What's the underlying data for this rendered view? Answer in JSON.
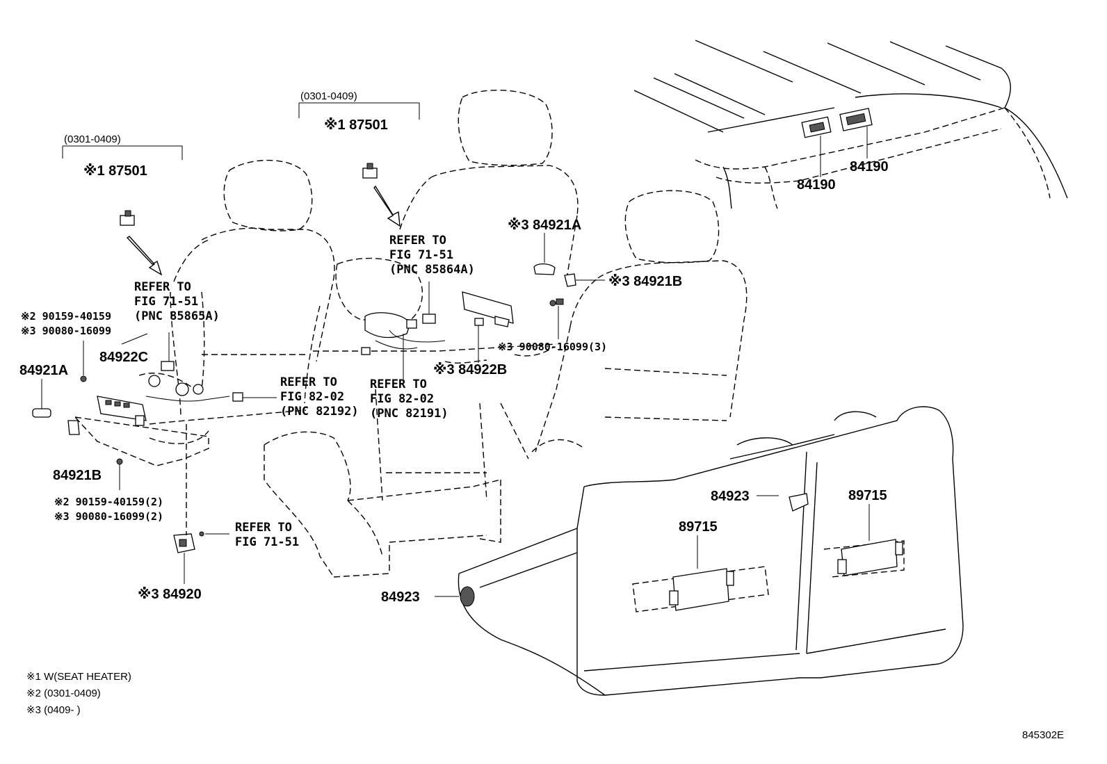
{
  "ranges": {
    "left": "(0301-0409)",
    "center": "(0301-0409)"
  },
  "labels": {
    "p87501_left": "※1 87501",
    "p87501_center": "※1 87501",
    "p84190_a": "84190",
    "p84190_b": "84190",
    "p84921a_center": "※3 84921A",
    "p84921b_center": "※3 84921B",
    "p84922b": "※3 84922B",
    "p90080_center": "※3 90080-16099(3)",
    "p84922c": "84922C",
    "p84921a_left": "84921A",
    "p84921b_left": "84921B",
    "p90159_top": "※2 90159-40159",
    "p90080_top": "※3 90080-16099",
    "p90159_bottom": "※2 90159-40159(2)",
    "p90080_bottom": "※3 90080-16099(2)",
    "p84920": "※3 84920",
    "p84923_a": "84923",
    "p84923_b": "84923",
    "p89715_a": "89715",
    "p89715_b": "89715"
  },
  "refs": {
    "ref_left_1": "REFER TO",
    "ref_left_2": "FIG 71-51",
    "ref_left_3": "(PNC 85865A)",
    "ref_center_1": "REFER TO",
    "ref_center_2": "FIG 71-51",
    "ref_center_3": "(PNC 85864A)",
    "ref_mid_1": "REFER TO",
    "ref_mid_2": "FIG 82-02",
    "ref_mid_3": "(PNC 82192)",
    "ref_mid2_1": "REFER TO",
    "ref_mid2_2": "FIG 82-02",
    "ref_mid2_3": "(PNC 82191)",
    "ref_bottom_1": "REFER TO",
    "ref_bottom_2": "FIG 71-51"
  },
  "notes": [
    "※1 W(SEAT HEATER)",
    "※2 (0301-0409)",
    "※3 (0409-        )"
  ],
  "figure_id": "845302E"
}
